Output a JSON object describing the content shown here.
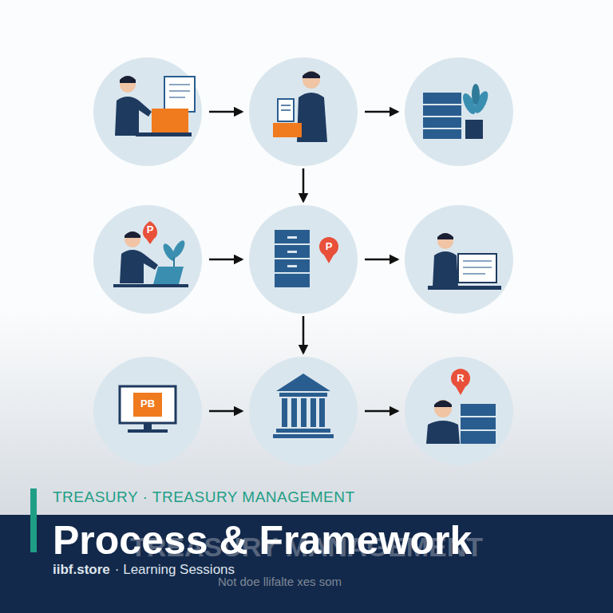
{
  "diagram": {
    "title": "Process & Framework",
    "nodes": [
      {},
      {},
      {},
      {
        "text": [
          "P"
        ]
      },
      {
        "text": [
          "P"
        ]
      },
      {},
      {
        "text": [
          "PB"
        ]
      },
      {},
      {
        "text": [
          "R"
        ]
      }
    ],
    "edges": [
      {
        "from": 0,
        "to": 1,
        "arrow": "to"
      },
      {
        "from": 1,
        "to": 2,
        "arrow": "to"
      },
      {
        "from": 1,
        "to": 4,
        "arrow": "to"
      },
      {
        "from": 3,
        "to": 4,
        "arrow": "to"
      },
      {
        "from": 4,
        "to": 5,
        "arrow": "to"
      },
      {
        "from": 4,
        "to": 7,
        "arrow": "to"
      },
      {
        "from": 6,
        "to": 7,
        "arrow": "to"
      },
      {
        "from": 7,
        "to": 8,
        "arrow": "to"
      }
    ],
    "labels": [
      "TREASURY · TREASURY MANAGEMENT",
      "TREASURY MANAGEMENT",
      "iibf.store",
      "· Learning Sessions",
      "Not doe llifalte xes som"
    ]
  }
}
